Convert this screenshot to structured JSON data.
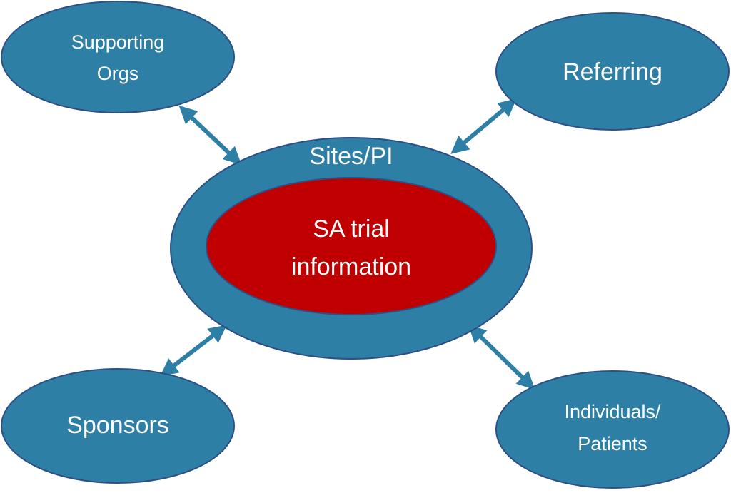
{
  "colors": {
    "node_fill": "#2e7fa6",
    "node_stroke": "#2d4f86",
    "core_fill": "#c00000",
    "arrow": "#2e7fa6"
  },
  "nodes": {
    "supporting_orgs": {
      "line1": "Supporting",
      "line2": "Orgs"
    },
    "referring": {
      "label": "Referring"
    },
    "sponsors": {
      "label": "Sponsors"
    },
    "individuals": {
      "line1": "Individuals/",
      "line2": "Patients"
    }
  },
  "center": {
    "outer_label": "Sites/PI",
    "inner_line1": "SA trial",
    "inner_line2": "information"
  },
  "connections": [
    {
      "from": "supporting_orgs",
      "to": "center",
      "type": "bidirectional"
    },
    {
      "from": "referring",
      "to": "center",
      "type": "bidirectional"
    },
    {
      "from": "sponsors",
      "to": "center",
      "type": "bidirectional"
    },
    {
      "from": "individuals",
      "to": "center",
      "type": "bidirectional"
    }
  ]
}
